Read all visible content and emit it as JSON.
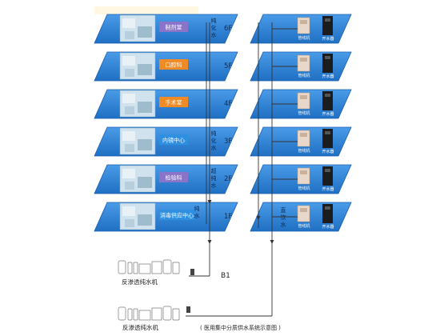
{
  "colors": {
    "floor_fill": "#2e7fd6",
    "floor_edge": "#1b5fae",
    "pipe": "#333333",
    "label_purple": "#8a74c9",
    "label_orange": "#f08a24",
    "label_blue": "#2f8fe0",
    "machine": "#bfc5cc"
  },
  "left_floors": [
    {
      "room": "制剂室",
      "floor": "6F",
      "room_color": "purple",
      "water": "纯化水",
      "icon": "pharmacy-photo"
    },
    {
      "room": "口腔科",
      "floor": "5F",
      "room_color": "orange",
      "water": "",
      "icon": "dental-photo"
    },
    {
      "room": "手术室",
      "floor": "4F",
      "room_color": "orange",
      "water": "",
      "icon": "operating-room-photo"
    },
    {
      "room": "内镜中心",
      "floor": "3F",
      "room_color": "blue",
      "water": "纯化水",
      "icon": "endoscopy-photo"
    },
    {
      "room": "检验科",
      "floor": "2F",
      "room_color": "purple",
      "water": "超纯水",
      "icon": "laboratory-photo"
    },
    {
      "room": "消毒供应中心",
      "floor": "1F",
      "room_color": "blue",
      "water": "纯水",
      "icon": "sterilization-photo"
    }
  ],
  "right_floor_devices": {
    "device_a": "管线机",
    "device_b": "开水器"
  },
  "right_water_label": "直饮水",
  "basement": {
    "label": "B1",
    "machine_top": "反渗透纯水机",
    "machine_bottom": "反渗透纯水机"
  },
  "caption": "( 医用集中分质供水系统示意图 )"
}
